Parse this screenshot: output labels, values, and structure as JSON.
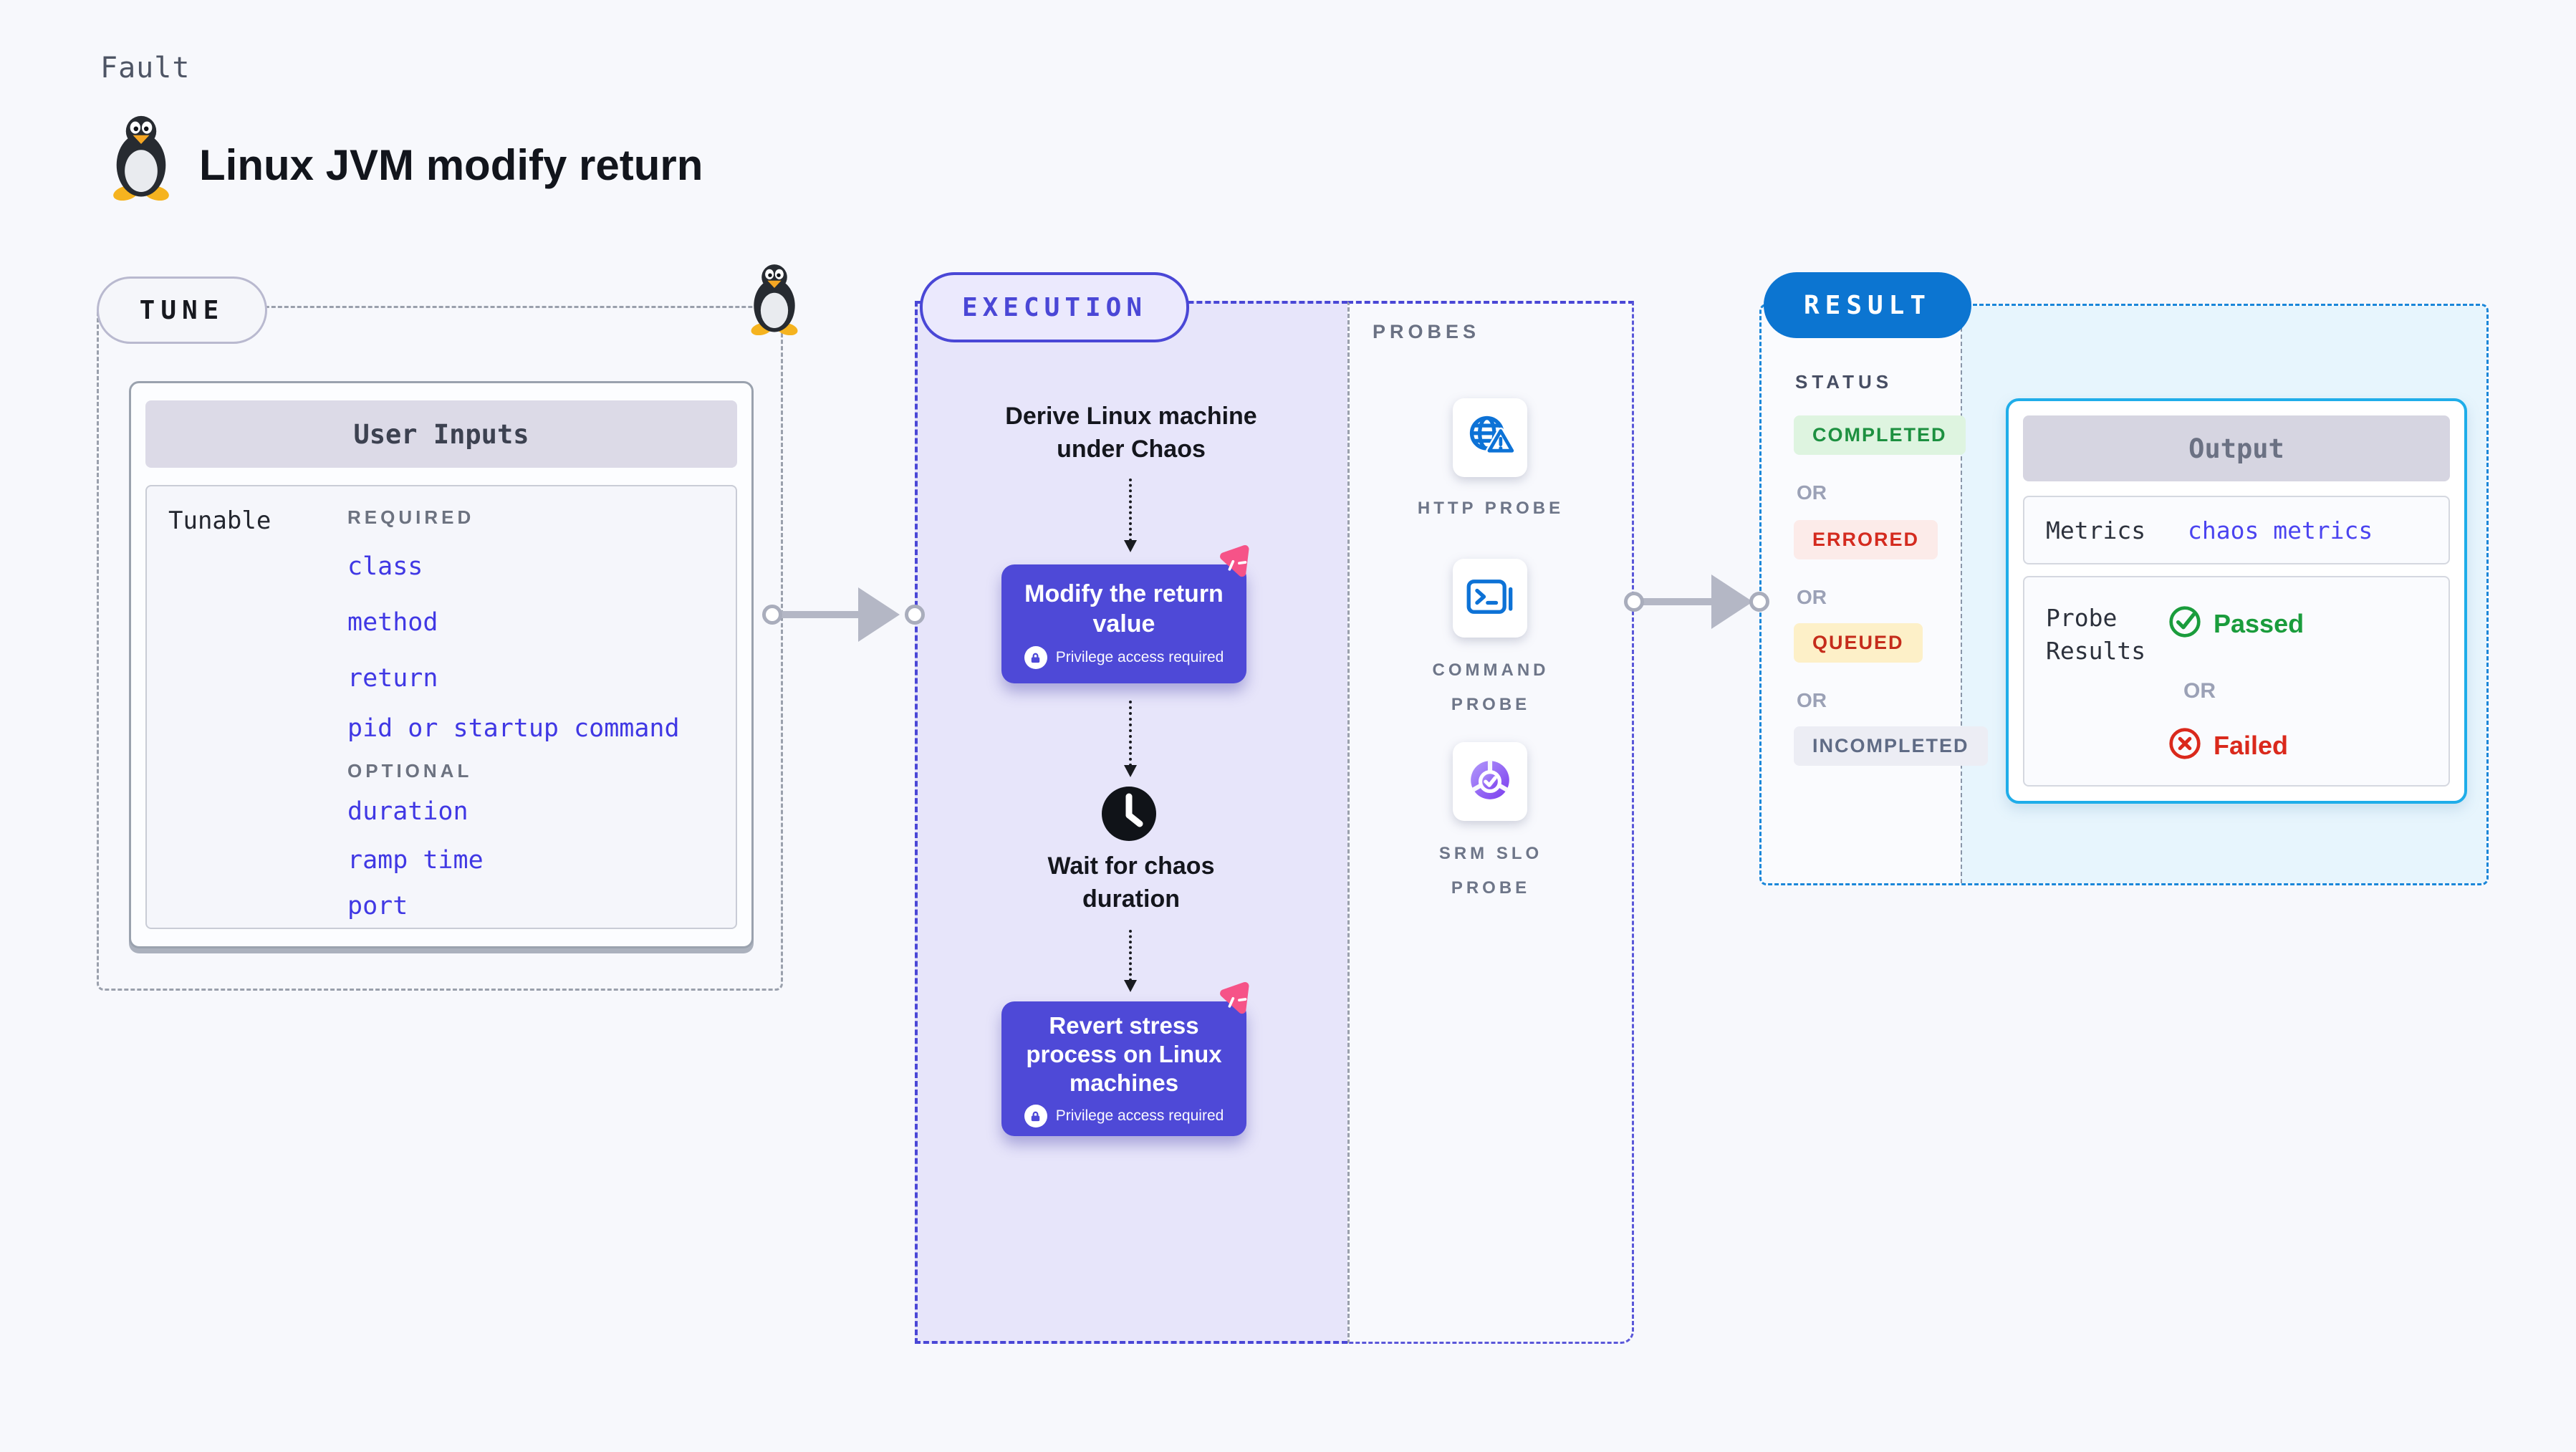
{
  "page": {
    "eyebrow": "Fault",
    "title": "Linux JVM modify return",
    "background": "#f7f8fc"
  },
  "tune": {
    "badge": "TUNE",
    "card_title": "User Inputs",
    "row_label": "Tunable",
    "groups": [
      {
        "label": "REQUIRED",
        "items": [
          "class",
          "method",
          "return",
          "pid or startup command"
        ]
      },
      {
        "label": "OPTIONAL",
        "items": [
          "duration",
          "ramp time",
          "port"
        ]
      }
    ]
  },
  "execution": {
    "badge": "EXECUTION",
    "derive_lines": [
      "Derive Linux machine",
      "under Chaos"
    ],
    "modify_lines": [
      "Modify the return",
      "value"
    ],
    "wait_lines": [
      "Wait for chaos",
      "duration"
    ],
    "revert_lines": [
      "Revert stress",
      "process on Linux",
      "machines"
    ],
    "privilege_note": "Privilege access required"
  },
  "probes": {
    "section_label": "PROBES",
    "items": [
      {
        "icon": "http-probe-icon",
        "label_lines": [
          "HTTP PROBE",
          ""
        ]
      },
      {
        "icon": "command-probe-icon",
        "label_lines": [
          "COMMAND",
          "PROBE"
        ]
      },
      {
        "icon": "srm-slo-probe-icon",
        "label_lines": [
          "SRM SLO",
          "PROBE"
        ]
      }
    ]
  },
  "result": {
    "badge": "RESULT",
    "status_label": "STATUS",
    "or_label": "OR",
    "statuses": [
      {
        "label": "COMPLETED",
        "color": "#1d9040",
        "bg": "#def4e0"
      },
      {
        "label": "ERRORED",
        "color": "#d42b1f",
        "bg": "#fcebe9"
      },
      {
        "label": "QUEUED",
        "color": "#c52c1b",
        "bg": "#fdf0c8"
      },
      {
        "label": "INCOMPLETED",
        "color": "#5f6b85",
        "bg": "#ecedf4"
      }
    ],
    "output": {
      "title": "Output",
      "metrics_label": "Metrics",
      "metrics_value": "chaos metrics",
      "probe_results_lines": [
        "Probe",
        "Results"
      ],
      "passed_label": "Passed",
      "or_label": "OR",
      "failed_label": "Failed"
    }
  },
  "colors": {
    "accent_indigo": "#4a47d6",
    "action_box_indigo": "#4e49d7",
    "execution_bg": "#e7e5fa",
    "probe_icon_blue": "#0d72d6",
    "result_blue": "#0c75d1",
    "result_dash_blue": "#1b87d9",
    "output_border_cyan": "#1fade9",
    "result_output_bg": "#e7f5fd",
    "link_blue": "#4038e4",
    "passed_green": "#1a9c3c",
    "failed_red": "#da291c",
    "pink_logo": "#f65388",
    "dashed_gray": "#9aa0ac"
  }
}
